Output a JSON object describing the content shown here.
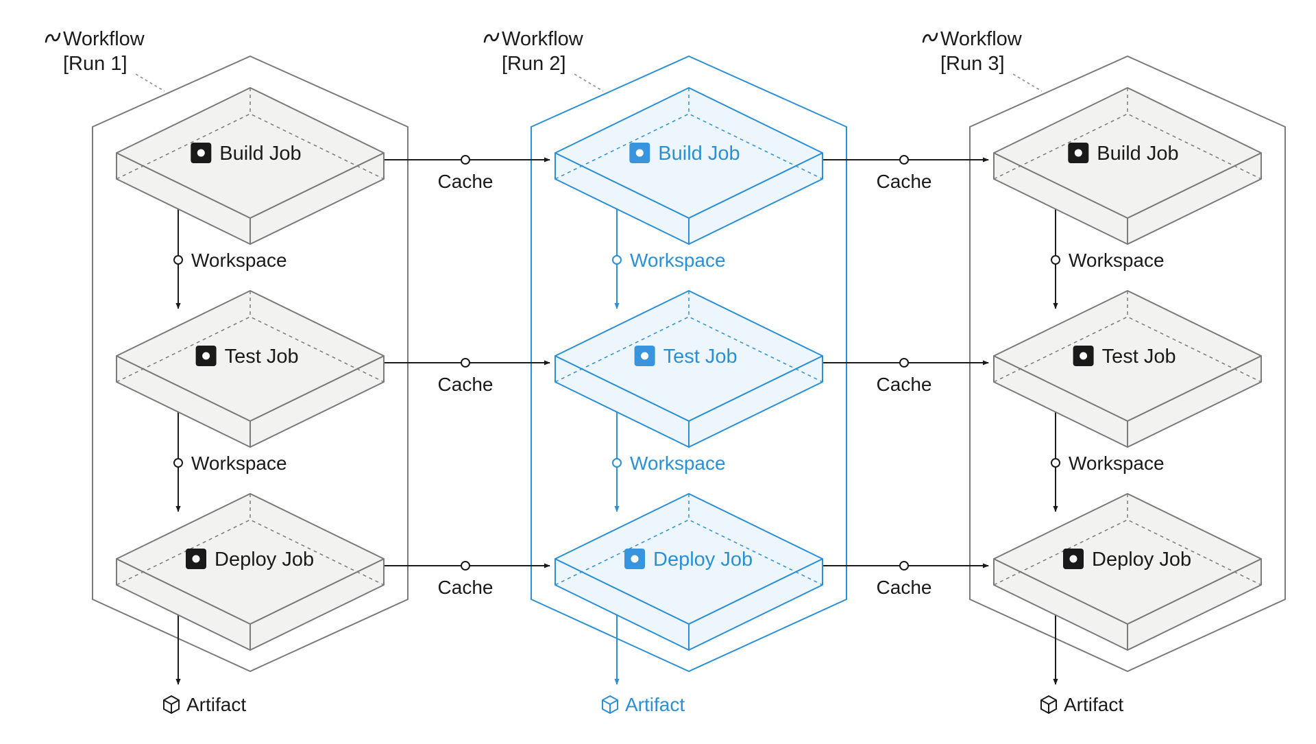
{
  "colors": {
    "default": "#1a1a1a",
    "neutral_stroke": "#7a7a7a",
    "neutral_fill": "#f2f2f1",
    "highlight": "#2b8fd6",
    "highlight_fill": "#eef6fd",
    "highlight_icon": "#3895dd"
  },
  "icons": {
    "workflow": "workflow-squiggle-icon",
    "job": "job-square-icon",
    "artifact": "artifact-cube-icon",
    "connector": "connector-circle-icon"
  },
  "workflows": [
    {
      "title_line1": "Workflow",
      "title_line2": "[Run 1]",
      "highlighted": false,
      "jobs": [
        {
          "label": "Build Job"
        },
        {
          "label": "Test Job"
        },
        {
          "label": "Deploy Job"
        }
      ],
      "workspace_labels": [
        "Workspace",
        "Workspace"
      ],
      "artifact_label": "Artifact"
    },
    {
      "title_line1": "Workflow",
      "title_line2": "[Run 2]",
      "highlighted": true,
      "jobs": [
        {
          "label": "Build Job"
        },
        {
          "label": "Test Job"
        },
        {
          "label": "Deploy Job"
        }
      ],
      "workspace_labels": [
        "Workspace",
        "Workspace"
      ],
      "artifact_label": "Artifact"
    },
    {
      "title_line1": "Workflow",
      "title_line2": "[Run 3]",
      "highlighted": false,
      "jobs": [
        {
          "label": "Build Job"
        },
        {
          "label": "Test Job"
        },
        {
          "label": "Deploy Job"
        }
      ],
      "workspace_labels": [
        "Workspace",
        "Workspace"
      ],
      "artifact_label": "Artifact"
    }
  ],
  "cache_links": [
    [
      "Cache",
      "Cache",
      "Cache"
    ],
    [
      "Cache",
      "Cache",
      "Cache"
    ]
  ]
}
